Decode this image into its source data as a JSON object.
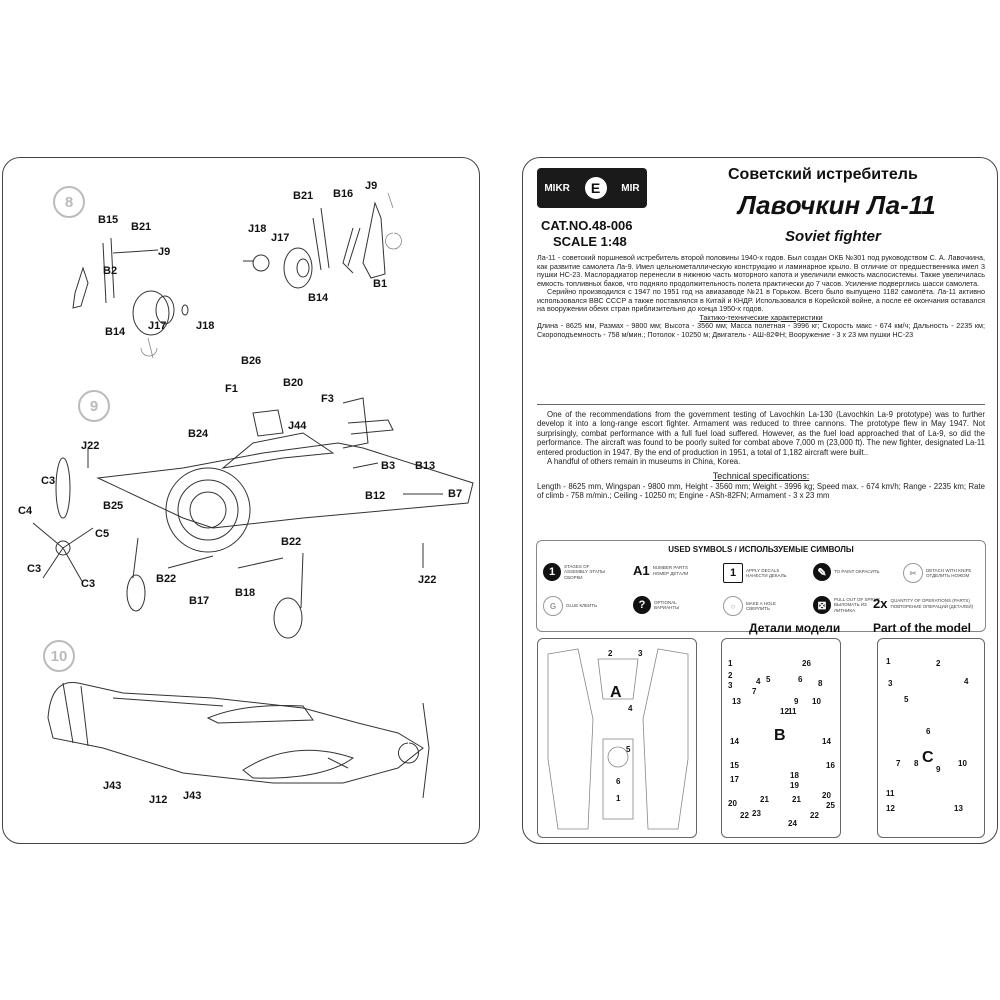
{
  "left_sheet": {
    "steps": [
      "8",
      "9",
      "10"
    ],
    "labels": {
      "B15": "B15",
      "B21a": "B21",
      "B21b": "B21",
      "B16": "B16",
      "J9a": "J9",
      "J9b": "J9",
      "J18a": "J18",
      "J17a": "J17",
      "B2": "B2",
      "B1": "B1",
      "B14a": "B14",
      "B14b": "B14",
      "J17b": "J17",
      "J18b": "J18",
      "B26": "B26",
      "F1": "F1",
      "B20": "B20",
      "F3": "F3",
      "J44": "J44",
      "B24": "B24",
      "J22a": "J22",
      "C3a": "C3",
      "B3": "B3",
      "B13": "B13",
      "B25": "B25",
      "B12": "B12",
      "B7": "B7",
      "C4": "C4",
      "C5": "C5",
      "B22a": "B22",
      "C3b": "C3",
      "C3c": "C3",
      "B22b": "B22",
      "J22b": "J22",
      "B17": "B17",
      "B18": "B18",
      "J43a": "J43",
      "J12": "J12",
      "J43b": "J43"
    }
  },
  "right_sheet": {
    "brand": {
      "left": "MIKR",
      "mid": "E",
      "right": "MIR"
    },
    "cat_no": "CAT.NO.48-006",
    "scale": "SCALE 1:48",
    "title_ru_1": "Советский истребитель",
    "title_ru_2": "Лавочкин Ла-11",
    "title_en": "Soviet fighter",
    "text_ru_1": "Ла-11 - советский поршневой истребитель второй половины 1940-х годов. Был создан ОКБ №301 под руководством С. А. Лавочкина, как развитие самолета Ла-9. Имел цельнометаллическую конструкцию и ламинарное крыло. В отличие от предшественника имел 3 пушки НС-23. Маслорадиатор перенесли в нижнюю часть моторного капота и увеличили емкость маслосистемы. Также увеличилась емкость топливных баков, что подняло продолжительность полета практически до 7 часов. Усиление подверглись шасси самолета.",
    "text_ru_2": "Серийно производился с 1947 по 1951 год на авиазаводе №21 в Горьком. Всего было выпущено 1182 самолёта. Ла-11 активно использовался ВВС СССР а также поставлялся в Китай и КНДР. Использовался в Корейской войне, а после её окончания оставался на вооружении обеих стран приблизительно до конца 1950-х годов.",
    "specs_ru_title": "Тактико-технические характеристики",
    "specs_ru": "Длина - 8625 мм, Размах - 9800 мм; Высота - 3560 мм; Масса полетная - 3996 кг; Скорость макс - 674 км/ч; Дальность - 2235 км; Скороподъемность - 758 м/мин.; Потолок - 10250 м; Двигатель - АШ-82ФН; Вооружение - 3 х 23 мм пушки НС-23",
    "text_en_1": "One of the recommendations from the government testing of Lavochkin La-130 (Lavochkin La-9 prototype) was to further develop it into a long-range escort fighter. Armament was reduced to three cannons. The prototype flew in May 1947. Not surprisingly, combat performance with a full fuel load suffered. However, as the fuel load approached that of La-9, so did the performance. The aircraft was found to be poorly suited for combat above 7,000 m (23,000 ft). The new fighter, designated La-11 entered production in 1947. By the end of production in 1951, a total of 1,182 aircraft were built..",
    "text_en_2": "A handful of others remain in museums in China, Korea.",
    "specs_en_title": "Technical specifications:",
    "specs_en": "Length - 8625 mm, Wingspan - 9800 mm, Height - 3560 mm; Weight - 3996 kg; Speed max. - 674 km/h; Range - 2235 km; Rate of climb - 758 m/min.; Ceiling - 10250 m; Engine - ASh-82FN; Armament - 3 x 23 mm",
    "symbols_title": "USED SYMBOLS / ИСПОЛЬЗУЕМЫЕ СИМВОЛЫ",
    "symbols": [
      {
        "icon": "1",
        "text": "STAGES OF ASSEMBLY ЭТАПЫ СБОРКИ"
      },
      {
        "icon": "A1",
        "text": "NUMBER PARTS НОМЕР ДЕТАЛИ"
      },
      {
        "icon": "1",
        "text": "APPLY DECALS НАНЕСТИ ДЕКАЛЬ"
      },
      {
        "icon": "✎",
        "text": "TO PAINT ОКРАСИТЬ"
      },
      {
        "icon": "✂",
        "text": "DETACH WITH KNIFE ОТДЕЛИТЬ НОЖОМ"
      },
      {
        "icon": "G",
        "text": "GLUE КЛЕИТЬ"
      },
      {
        "icon": "?",
        "text": "OPTIONAL ВАРИАНТЫ"
      },
      {
        "icon": "○",
        "text": "MAKE A HOLE СВЕРЛИТЬ"
      },
      {
        "icon": "⊠",
        "text": "PULL OUT OF SPRUE ВЫЛОМАТЬ ИЗ ЛИТНИКА"
      },
      {
        "icon": "2x",
        "text": "QUANTITY OF OPERATIONS (PARTS) ПОВТОРЕНИЕ ОПЕРАЦИЙ (ДЕТАЛЕЙ)"
      }
    ],
    "parts_title_ru": "Детали модели",
    "parts_title_en": "Part of the model",
    "sprues": {
      "A": {
        "letter": "A",
        "nums": [
          "2",
          "3",
          "4",
          "5",
          "6",
          "1"
        ]
      },
      "B": {
        "letter": "B",
        "nums": [
          "1",
          "2",
          "3",
          "4",
          "5",
          "6",
          "7",
          "8",
          "9",
          "10",
          "11",
          "12",
          "13",
          "14",
          "15",
          "16",
          "17",
          "18",
          "19",
          "20",
          "21",
          "21",
          "22",
          "23",
          "24",
          "25",
          "22",
          "20",
          "14",
          "26"
        ]
      },
      "C": {
        "letter": "C",
        "nums": [
          "1",
          "2",
          "3",
          "4",
          "5",
          "6",
          "7",
          "8",
          "9",
          "10",
          "11",
          "12",
          "13"
        ]
      }
    }
  }
}
